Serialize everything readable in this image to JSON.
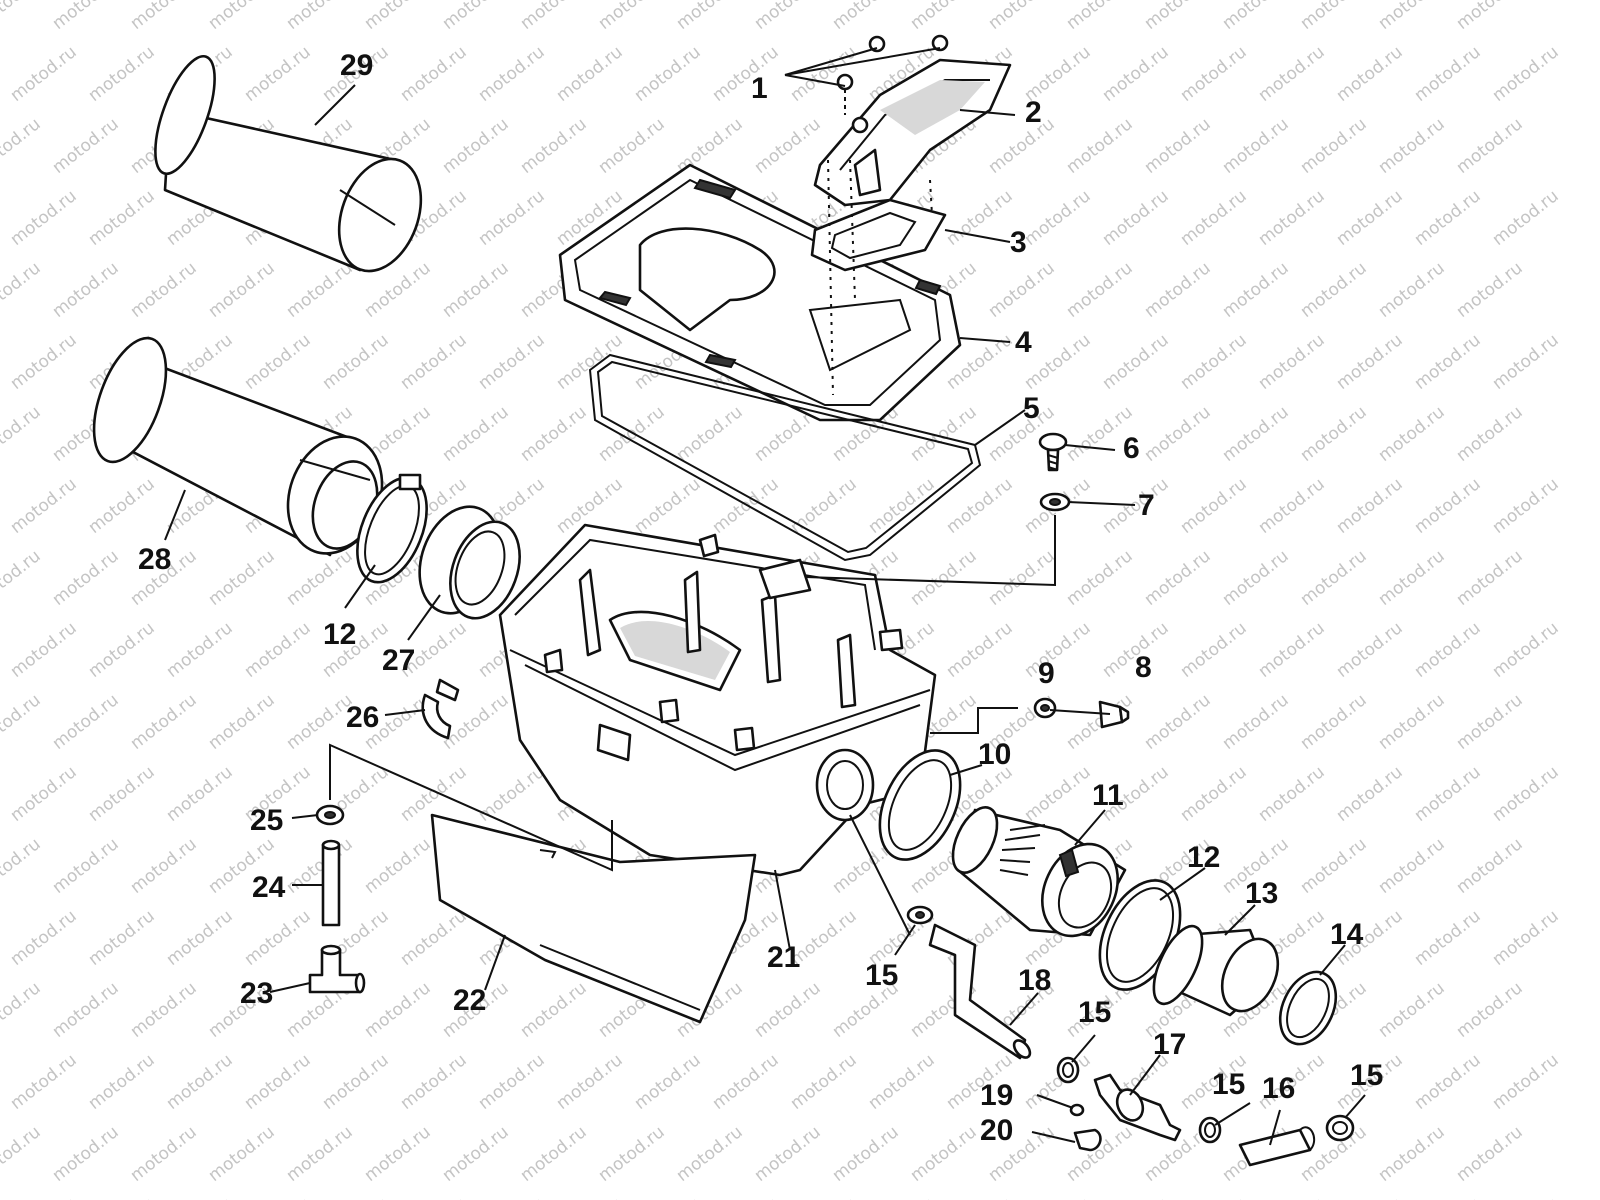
{
  "watermark": "motod.ru",
  "callouts": [
    "1",
    "2",
    "3",
    "4",
    "5",
    "6",
    "7",
    "8",
    "9",
    "10",
    "11",
    "12",
    "12",
    "13",
    "14",
    "15",
    "15",
    "15",
    "15",
    "16",
    "17",
    "18",
    "19",
    "20",
    "21",
    "22",
    "23",
    "24",
    "25",
    "26",
    "27",
    "28",
    "29"
  ]
}
